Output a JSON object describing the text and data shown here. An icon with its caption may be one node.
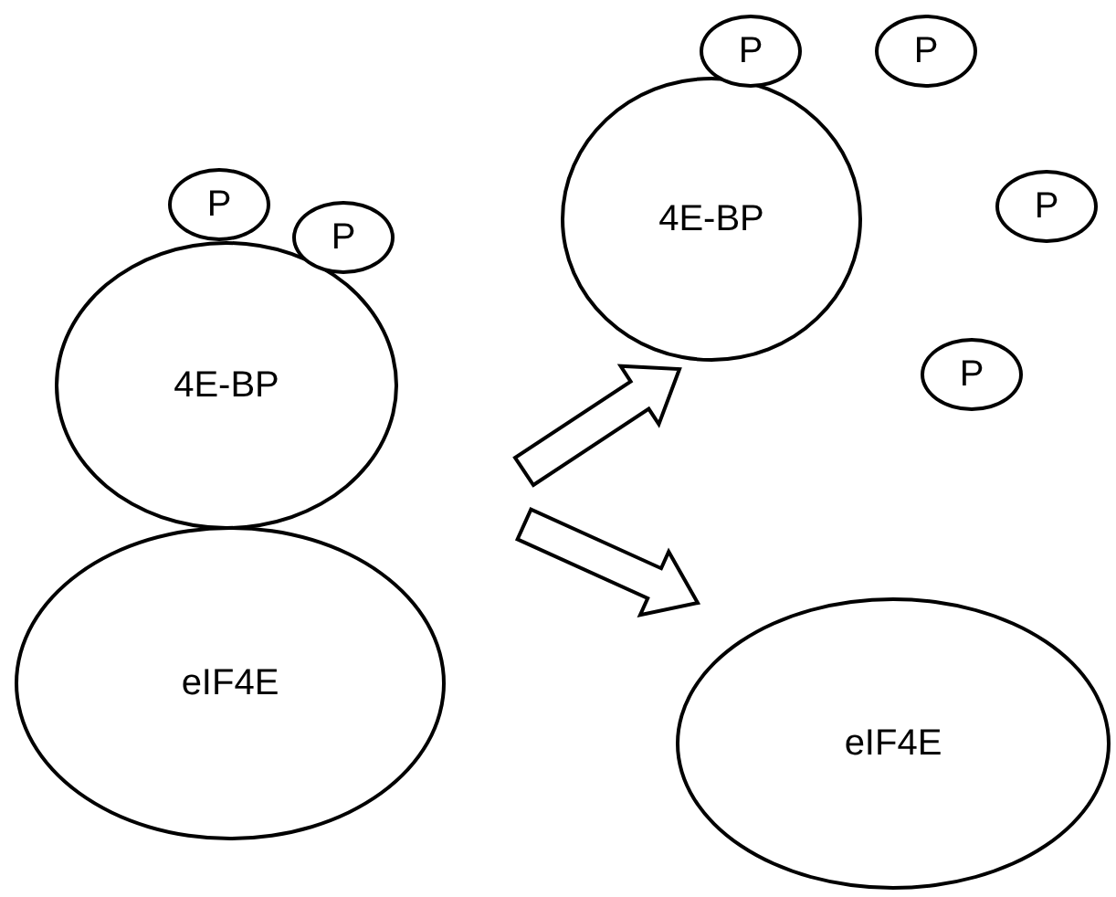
{
  "diagram": {
    "nodes": [
      {
        "text": [
          "4E-BP"
        ]
      },
      {
        "text": [
          "P"
        ]
      },
      {
        "text": [
          "P"
        ]
      },
      {
        "text": [
          "eIF4E"
        ]
      },
      {
        "text": [
          "4E-BP"
        ]
      },
      {
        "text": [
          "P"
        ]
      },
      {
        "text": [
          "P"
        ]
      },
      {
        "text": [
          "P"
        ]
      },
      {
        "text": [
          "P"
        ]
      },
      {
        "text": [
          "eIF4E"
        ]
      }
    ],
    "edges": [
      {
        "from": 0,
        "to": 4,
        "arrow": "to",
        "style": "thick"
      },
      {
        "from": 3,
        "to": 9,
        "arrow": "to",
        "style": "thick"
      }
    ]
  }
}
